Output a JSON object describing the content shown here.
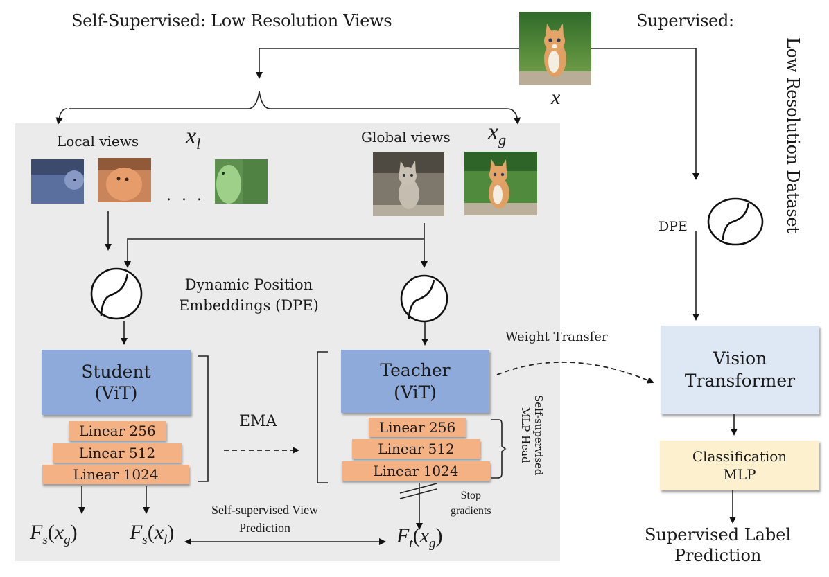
{
  "header": {
    "self_supervised_title": "Self-Supervised: Low Resolution Views",
    "supervised_title": "Supervised:",
    "supervised_vertical_label": "Low Resolution Dataset"
  },
  "input": {
    "image_alt": "kitten photo",
    "symbol": "x"
  },
  "views": {
    "local_label": "Local views",
    "local_symbol": "x",
    "local_subscript": "l",
    "global_label": "Global views",
    "global_symbol": "x",
    "global_subscript": "g",
    "ellipsis": ". . .",
    "local_tints": [
      "#5a6f9e",
      "#d98a5a",
      "#8cc27a"
    ],
    "global_tints": [
      "grayscale",
      "color"
    ]
  },
  "dpe": {
    "description_line1": "Dynamic Position",
    "description_line2": "Embeddings (DPE)",
    "supervised_label": "DPE"
  },
  "student": {
    "title": "Student",
    "subtitle": "(ViT)",
    "layers": [
      "Linear 256",
      "Linear 512",
      "Linear 1024"
    ]
  },
  "teacher": {
    "title": "Teacher",
    "subtitle": "(ViT)",
    "layers": [
      "Linear 256",
      "Linear 512",
      "Linear 1024"
    ],
    "head_label_line1": "Self-supervised",
    "head_label_line2": "MLP Head"
  },
  "ema_label": "EMA",
  "weight_transfer_label": "Weight Transfer",
  "stop_gradients_line1": "Stop",
  "stop_gradients_line2": "gradients",
  "outputs": {
    "fs_xg": {
      "F": "F",
      "sub": "s",
      "x": "x",
      "xsub": "g"
    },
    "fs_xl": {
      "F": "F",
      "sub": "s",
      "x": "x",
      "xsub": "l"
    },
    "ft_xg": {
      "F": "F",
      "sub": "t",
      "x": "x",
      "xsub": "g"
    },
    "view_prediction_line1": "Self-supervised View",
    "view_prediction_line2": "Prediction"
  },
  "supervised": {
    "vt_line1": "Vision",
    "vt_line2": "Transformer",
    "cls_line1": "Classification",
    "cls_line2": "MLP",
    "result_line1": "Supervised Label",
    "result_line2": "Prediction"
  },
  "colors": {
    "panel_bg": "#ebebeb",
    "vit_box": "#8eaadb",
    "linear_layer": "#f4b183",
    "vision_transformer_box": "#dde8f4",
    "classification_box": "#fdf0cf"
  }
}
